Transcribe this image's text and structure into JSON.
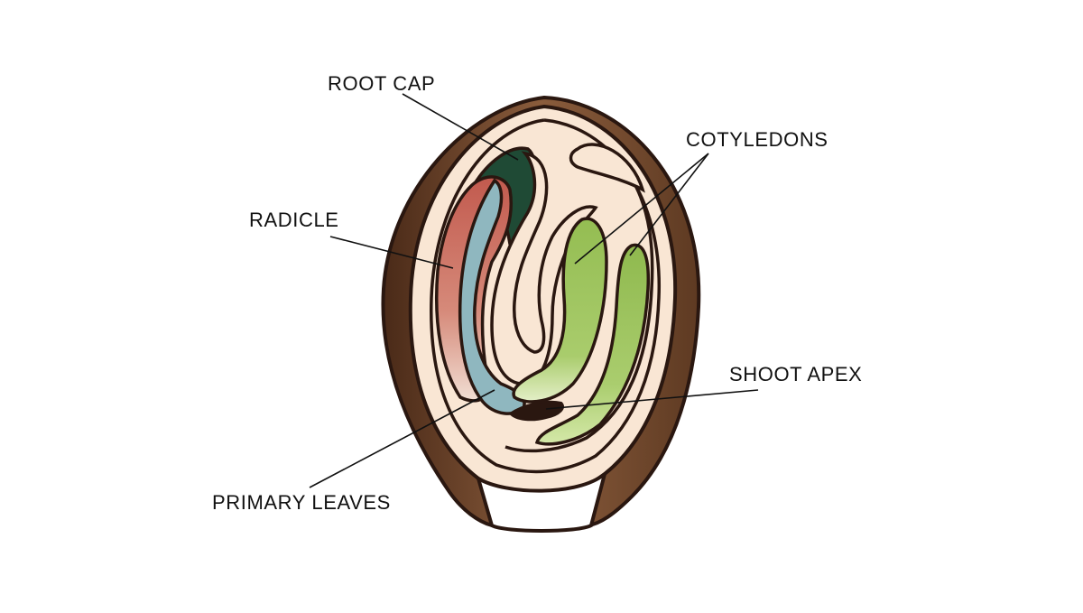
{
  "labels": {
    "root_cap": "ROOT CAP",
    "radicle": "RADICLE",
    "cotyledons": "COTYLEDONS",
    "shoot_apex": "SHOOT APEX",
    "primary_leaves": "PRIMARY LEAVES"
  },
  "colors": {
    "seed_coat": "#6b4327",
    "seed_interior": "#f9e6d4",
    "outline": "#2a1710",
    "root_cap": "#1f4a35",
    "radicle": "#c9685a",
    "primary_leaves": "#8fb7bf",
    "cotyledons": "#9cc25a",
    "shoot_apex": "#2a1710"
  }
}
